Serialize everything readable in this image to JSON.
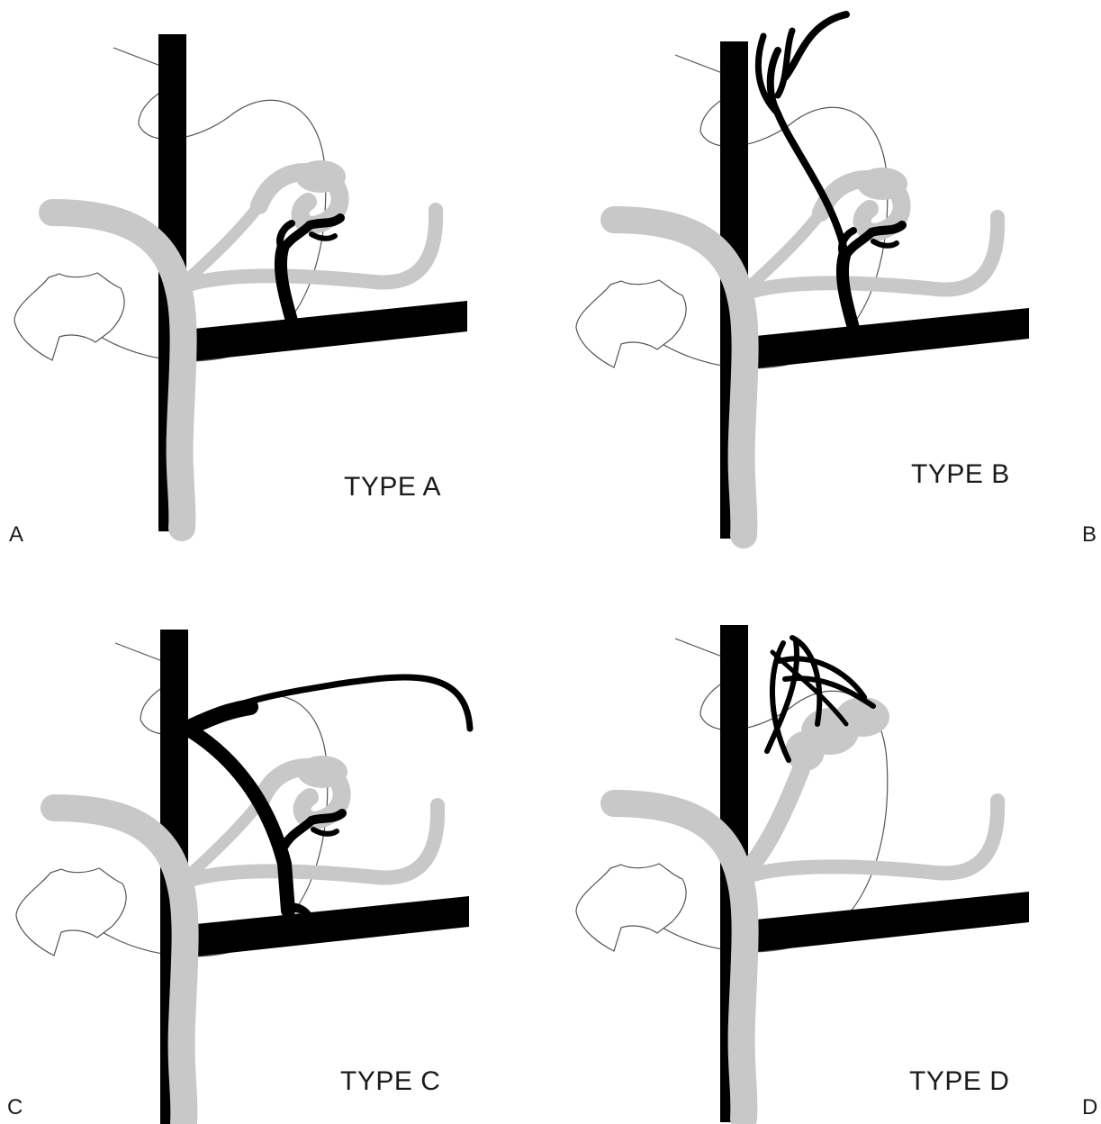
{
  "colors": {
    "vein": "#000000",
    "artery": "#c8c8c8",
    "outline": "#555555",
    "background": "#ffffff"
  },
  "panels": [
    {
      "letter": "A",
      "type_label": "TYPE A"
    },
    {
      "letter": "B",
      "type_label": "TYPE B"
    },
    {
      "letter": "C",
      "type_label": "TYPE C"
    },
    {
      "letter": "D",
      "type_label": "TYPE D"
    }
  ]
}
